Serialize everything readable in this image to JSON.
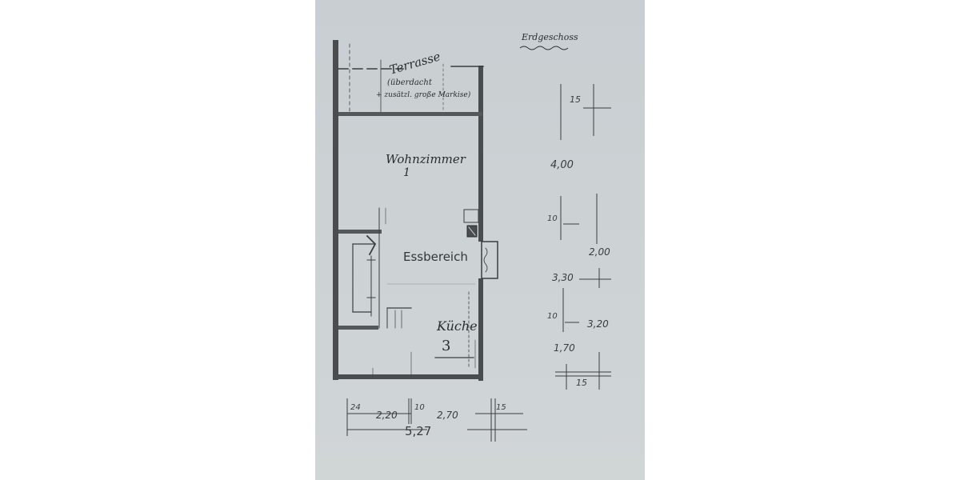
{
  "sheet": {
    "title": "Erdgeschoss"
  },
  "rooms": {
    "terrace": {
      "name": "Terrasse",
      "note_line1": "(überdacht",
      "note_line2": "+ zusätzl. große Markise)"
    },
    "living": {
      "name": "Wohnzimmer",
      "number": "1"
    },
    "dining": {
      "name": "Essbereich"
    },
    "kitchen": {
      "name": "Küche",
      "number": "3"
    }
  },
  "dimensions": {
    "bottom": {
      "d1": "24",
      "d2": "2,20",
      "d3": "10",
      "d4": "2,70",
      "d5": "15",
      "total": "5,27"
    },
    "right": {
      "top_wall": "15",
      "d_living": "4,00",
      "wall_mid": "10",
      "d_dining": "2,00",
      "total_mid": "3,30",
      "wall_lower": "10",
      "d_kitchen": "3,20",
      "d_lower": "1,70",
      "bottom_wall": "15"
    }
  },
  "colors": {
    "paper": "#ccd2d4",
    "ink": "#2a2d30",
    "wall": "#3b3e41"
  }
}
